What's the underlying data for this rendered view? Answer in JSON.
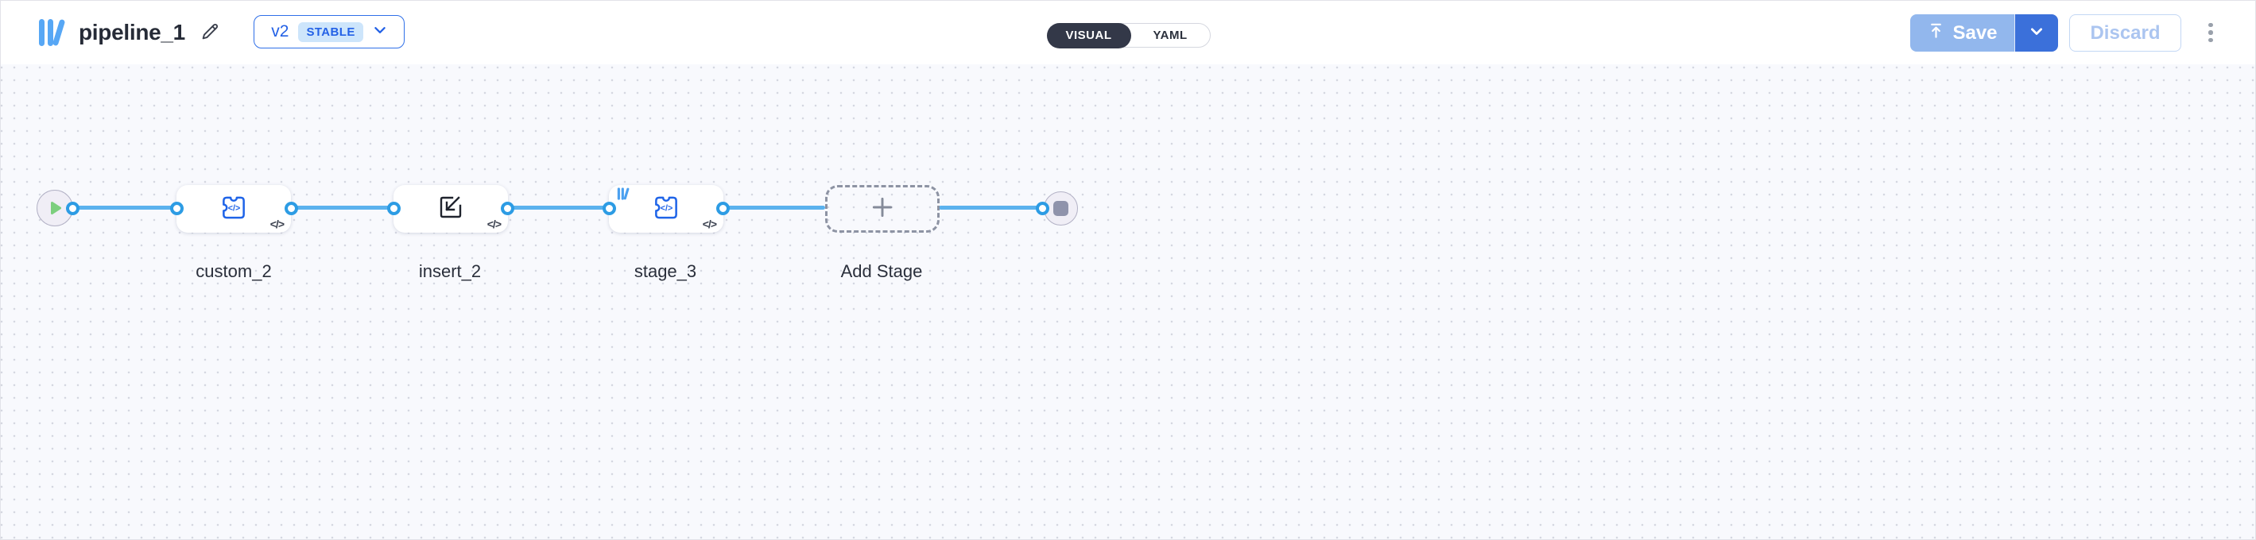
{
  "header": {
    "title": "pipeline_1",
    "version": {
      "label": "v2",
      "status": "STABLE"
    },
    "view_toggle": {
      "visual": "VISUAL",
      "yaml": "YAML",
      "selected": "VISUAL"
    },
    "save_label": "Save",
    "discard_label": "Discard"
  },
  "canvas": {
    "code_glyph": "</>",
    "nodes": [
      {
        "id": "start",
        "type": "start",
        "icon": "play-icon"
      },
      {
        "id": "custom_2",
        "label": "custom_2",
        "type": "custom-function",
        "icon": "custom-code-icon"
      },
      {
        "id": "insert_2",
        "label": "insert_2",
        "type": "insert",
        "icon": "insert-icon"
      },
      {
        "id": "stage_3",
        "label": "stage_3",
        "type": "custom-function",
        "icon": "custom-code-icon",
        "badge_icon": "pipeline-logo"
      },
      {
        "id": "add_stage",
        "label": "Add Stage",
        "type": "add-stage",
        "icon": "plus-icon"
      },
      {
        "id": "end",
        "type": "end",
        "icon": "stop-icon"
      }
    ],
    "colors": {
      "connector": "#5bb2ee",
      "port_ring": "#2d9ce4",
      "node_icon_blue": "#1f64e8",
      "accent_blue": "#2361e6",
      "save_disabled": "#92b7ed",
      "save_caret_bg": "#3b70da",
      "toggle_active": "#333848",
      "start_green": "#7ccf7e",
      "end_gray": "#8f93ab",
      "canvas_bg": "#f8f9fd"
    }
  }
}
